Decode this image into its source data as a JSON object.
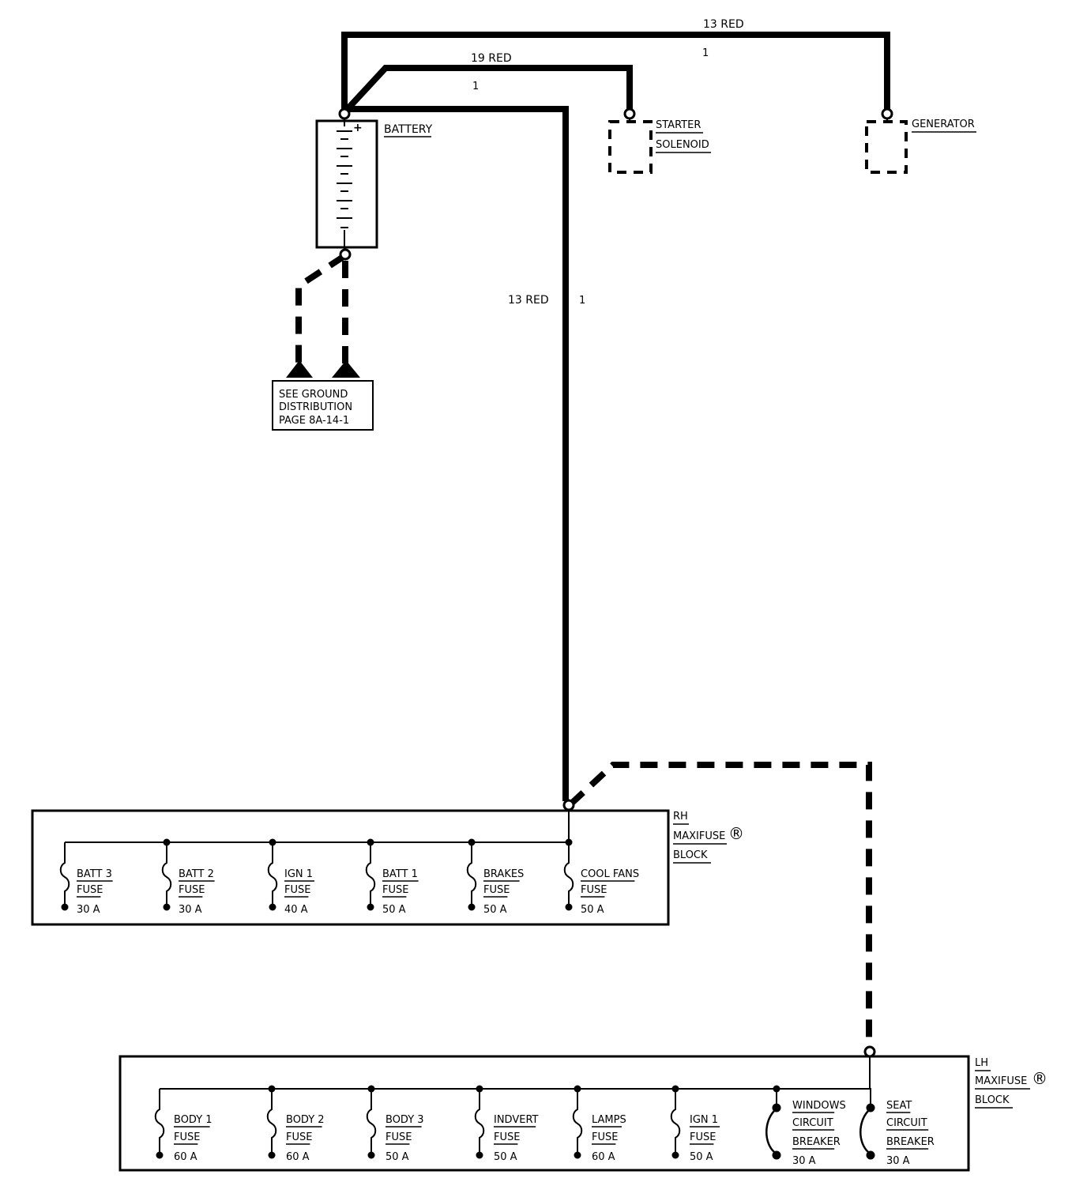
{
  "wires": {
    "generator_feed": {
      "label": "13 RED",
      "circuit": "1"
    },
    "starter_feed": {
      "label": "19 RED",
      "circuit": "1"
    },
    "rh_block_feed": {
      "label": "13 RED",
      "circuit": "1"
    }
  },
  "battery": {
    "label": "BATTERY",
    "plus": "+"
  },
  "starter": {
    "line1": "STARTER",
    "line2": "SOLENOID"
  },
  "generator": {
    "label": "GENERATOR"
  },
  "ground_ref": {
    "line1": "SEE GROUND",
    "line2": "DISTRIBUTION",
    "line3": "PAGE 8A-14-1"
  },
  "rh_block": {
    "title": [
      "RH",
      "MAXIFUSE",
      "BLOCK"
    ],
    "registered": "®",
    "fuses": [
      {
        "name": "BATT 3",
        "type": "FUSE",
        "rating": "30 A"
      },
      {
        "name": "BATT 2",
        "type": "FUSE",
        "rating": "30 A"
      },
      {
        "name": "IGN 1",
        "type": "FUSE",
        "rating": "40 A"
      },
      {
        "name": "BATT 1",
        "type": "FUSE",
        "rating": "50 A"
      },
      {
        "name": "BRAKES",
        "type": "FUSE",
        "rating": "50 A"
      },
      {
        "name": "COOL FANS",
        "type": "FUSE",
        "rating": "50 A"
      }
    ]
  },
  "lh_block": {
    "title": [
      "LH",
      "MAXIFUSE",
      "BLOCK"
    ],
    "registered": "®",
    "fuses": [
      {
        "name": "BODY 1",
        "type": "FUSE",
        "rating": "60 A"
      },
      {
        "name": "BODY 2",
        "type": "FUSE",
        "rating": "60 A"
      },
      {
        "name": "BODY 3",
        "type": "FUSE",
        "rating": "50 A"
      },
      {
        "name": "INDVERT",
        "type": "FUSE",
        "rating": "50 A"
      },
      {
        "name": "LAMPS",
        "type": "FUSE",
        "rating": "60 A"
      },
      {
        "name": "IGN 1",
        "type": "FUSE",
        "rating": "50 A"
      }
    ],
    "breakers": [
      {
        "line1": "WINDOWS",
        "line2": "CIRCUIT",
        "line3": "BREAKER",
        "rating": "30 A"
      },
      {
        "line1": "SEAT",
        "line2": "CIRCUIT",
        "line3": "BREAKER",
        "rating": "30 A"
      }
    ]
  }
}
